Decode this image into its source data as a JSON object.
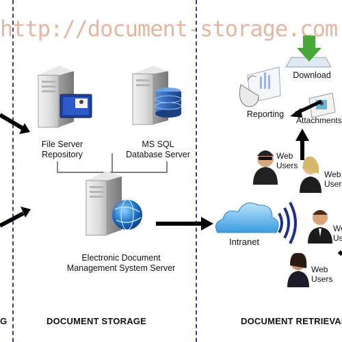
{
  "watermark": "http://document-storage.com.hk/en/",
  "nodes": {
    "file_server": "File Server\nRepository",
    "sql_server": "MS SQL\nDatabase Server",
    "edms_server": "Electronic Document\nManagement System Server",
    "intranet": "Intranet",
    "reporting": "Reporting",
    "download": "Download",
    "attachments": "Attachments",
    "web_users_1": "Web\nUsers",
    "web_users_2": "Web\nUsers",
    "web_users_3": "Web\nUsers",
    "web_users_4": "Web\nUsers"
  },
  "sections": {
    "left": "G",
    "middle": "DOCUMENT STORAGE",
    "right": "DOCUMENT RETRIEVAL"
  },
  "colors": {
    "divider": "#3d3d8f",
    "arrow": "#000000",
    "watermark": "#e6a78c",
    "cloud": "#5fb2e8",
    "download_green": "#49a83a"
  }
}
